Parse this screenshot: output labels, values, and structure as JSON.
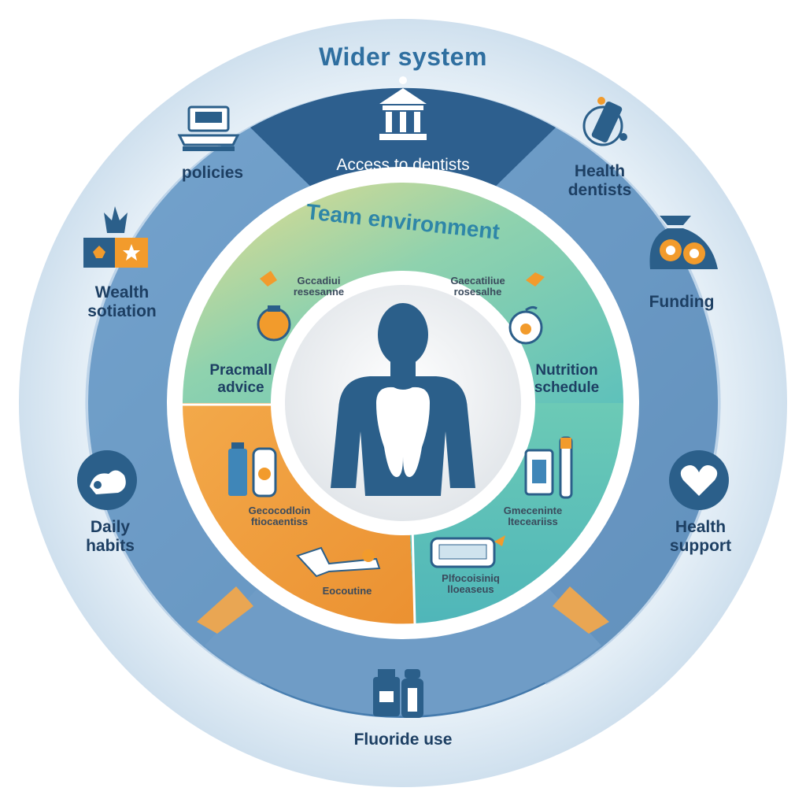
{
  "title": "Wider system",
  "inner_title": "Team environment",
  "outer_labels": {
    "top": "Access to dentists",
    "policies": "policies",
    "health_dentists": [
      "Health",
      "dentists"
    ],
    "wealth": [
      "Wealth",
      "sotiation"
    ],
    "funding": "Funding",
    "daily_habits": [
      "Daily",
      "habits"
    ],
    "health_support": [
      "Health",
      "support"
    ],
    "fluoride": "Fluoride use"
  },
  "inner_labels": {
    "personal_advice": [
      "Pracmall",
      "advice"
    ],
    "nutrition_schedule": [
      "Nutrition",
      "schedule"
    ],
    "top_left_small": [
      "Gccadiui",
      "resesanne"
    ],
    "top_right_small": [
      "Gaecatiliue",
      "rosesalhe"
    ],
    "mid_left_small": [
      "Gecocodloin",
      "ftiocaentiss"
    ],
    "mid_right_small": [
      "Gmeceninte",
      "lteceariiss"
    ],
    "bottom_left_small": "Eocoutine",
    "bottom_right_small": [
      "Plfocoisiniq",
      "lloeaseus"
    ]
  },
  "colors": {
    "outer_ring": "#4f86b8",
    "outer_ring_dark": "#2f628f",
    "top_band": "#2d5f8e",
    "halo": "#dbe8f2",
    "inner_green": "#7fcfb4",
    "inner_teal": "#63c2b8",
    "inner_orange": "#f0a245",
    "inner_yellow": "#e9d98a",
    "person": "#2b5f8a",
    "tooth": "#ffffff",
    "text": "#1d3f63",
    "accent_orange": "#f29b2c"
  },
  "icons": [
    "bank-building-icon",
    "laptop-policy-icon",
    "hands-health-icon",
    "wealth-cards-icon",
    "funding-bag-icon",
    "coins-icon",
    "daily-habits-icon",
    "heart-support-icon",
    "fluoride-bottles-icon",
    "person-silhouette-icon",
    "tooth-icon"
  ]
}
